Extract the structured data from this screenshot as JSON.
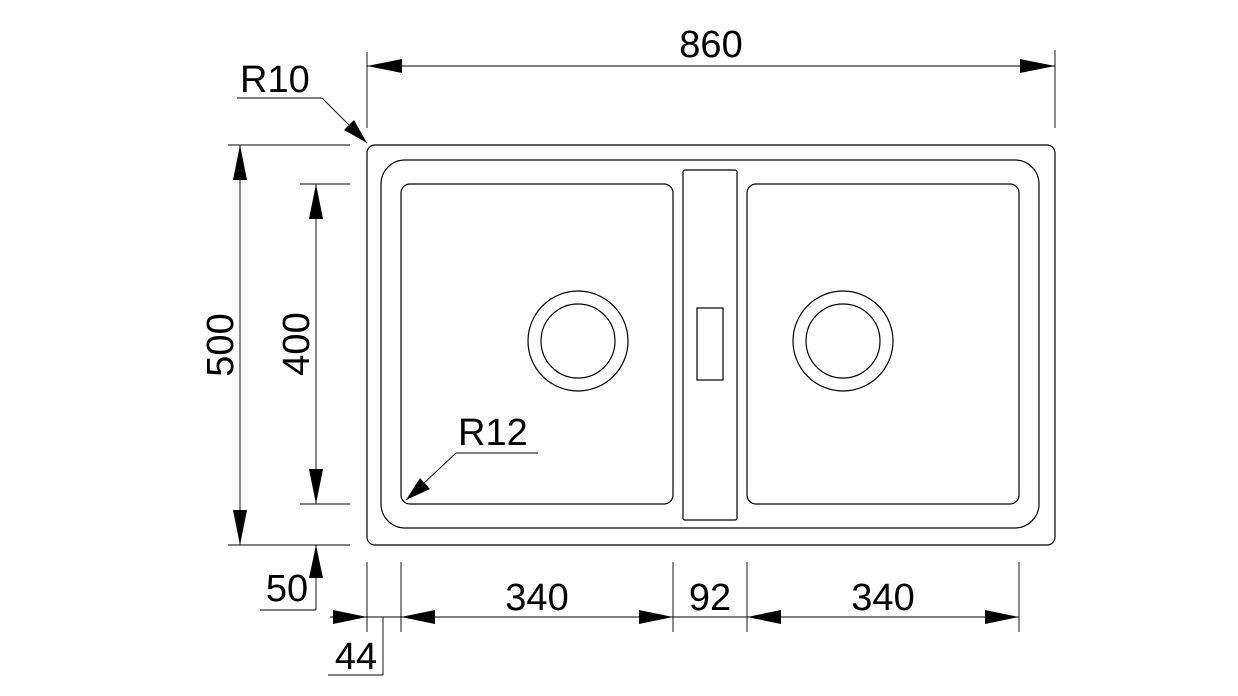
{
  "dimensions": {
    "overall_width": "860",
    "overall_height": "500",
    "bowl_height": "400",
    "bottom_offset": "50",
    "left_offset": "44",
    "left_bowl_width": "340",
    "divider_width": "92",
    "right_bowl_width": "340",
    "outer_radius": "R10",
    "bowl_radius": "R12"
  },
  "colors": {
    "line": "#000000",
    "background": "#ffffff"
  }
}
